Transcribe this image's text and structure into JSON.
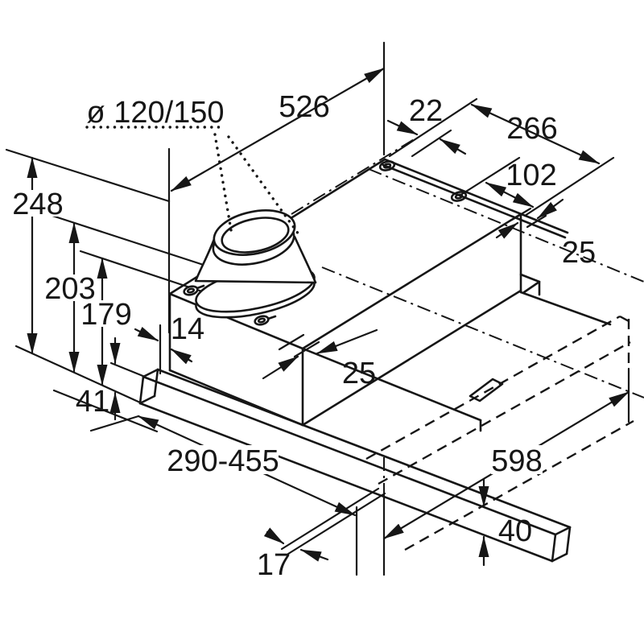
{
  "drawing": {
    "type": "appliance-installation-dimension-diagram",
    "subject": "telescopic pull-out cooker hood",
    "background": "#ffffff",
    "line_color": "#161616",
    "labels": {
      "duct_diameter": "ø 120/150",
      "body_width": "526",
      "back_edge_offset": "22",
      "depth_to_back": "266",
      "mounting_hole_spacing": "102",
      "side_overhang": "25",
      "total_height": "248",
      "height_with_duct": "203",
      "body_height": "179",
      "front_clearance": "14",
      "front_edge_inset": "25",
      "visor_bar_height": "41",
      "telescopic_depth_range": "290-455",
      "pullout_width": "598",
      "pullout_height": "40",
      "bottom_lip_offset": "17"
    }
  }
}
